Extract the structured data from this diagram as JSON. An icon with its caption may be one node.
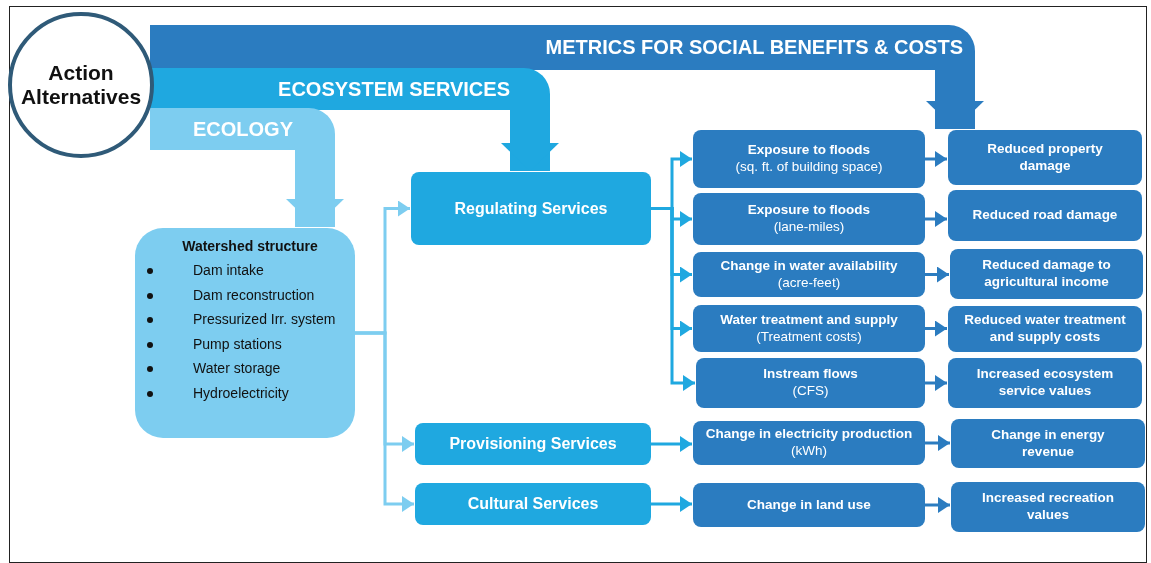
{
  "diagram": {
    "nodes": [
      {
        "text": [
          "Action Alternatives"
        ]
      },
      {
        "text": [
          "METRICS FOR SOCIAL BENEFITS & COSTS"
        ]
      },
      {
        "text": [
          "ECOSYSTEM SERVICES"
        ]
      },
      {
        "text": [
          "ECOLOGY"
        ]
      },
      {
        "text": [
          "Watershed structure",
          "Dam intake",
          "Dam reconstruction",
          "Pressurized Irr. system",
          "Pump stations",
          "Water storage",
          "Hydroelectricity"
        ]
      },
      {
        "text": [
          "Regulating Services"
        ]
      },
      {
        "text": [
          "Provisioning Services"
        ]
      },
      {
        "text": [
          "Cultural Services"
        ]
      },
      {
        "text": [
          "Exposure to floods",
          "(sq. ft. of building space)"
        ]
      },
      {
        "text": [
          "Exposure to floods",
          "(lane-miles)"
        ]
      },
      {
        "text": [
          "Change in water availability",
          "(acre-feet)"
        ]
      },
      {
        "text": [
          "Water treatment and supply",
          "(Treatment costs)"
        ]
      },
      {
        "text": [
          "Instream flows",
          "(CFS)"
        ]
      },
      {
        "text": [
          "Change in electricity production",
          "(kWh)"
        ]
      },
      {
        "text": [
          "Change in land use"
        ]
      },
      {
        "text": [
          "Reduced property damage"
        ]
      },
      {
        "text": [
          "Reduced road damage"
        ]
      },
      {
        "text": [
          "Reduced damage to agricultural income"
        ]
      },
      {
        "text": [
          "Reduced water treatment and supply costs"
        ]
      },
      {
        "text": [
          "Increased ecosystem service values"
        ]
      },
      {
        "text": [
          "Change in energy revenue"
        ]
      },
      {
        "text": [
          "Increased recreation values"
        ]
      }
    ],
    "edges": [
      {
        "from": 1,
        "to": 15,
        "arrow": "to",
        "style": "thick",
        "color": "#2b7cc0"
      },
      {
        "from": 2,
        "to": 5,
        "arrow": "to",
        "style": "thick",
        "color": "#1fa8e0"
      },
      {
        "from": 3,
        "to": 4,
        "arrow": "to",
        "style": "thick",
        "color": "#7dcdf0"
      },
      {
        "from": 4,
        "to": 5,
        "arrow": "to",
        "color": "#7dcdf0"
      },
      {
        "from": 4,
        "to": 6,
        "arrow": "to",
        "color": "#7dcdf0"
      },
      {
        "from": 4,
        "to": 7,
        "arrow": "to",
        "color": "#7dcdf0"
      },
      {
        "from": 5,
        "to": 8,
        "arrow": "to"
      },
      {
        "from": 5,
        "to": 9,
        "arrow": "to"
      },
      {
        "from": 5,
        "to": 10,
        "arrow": "to"
      },
      {
        "from": 5,
        "to": 11,
        "arrow": "to"
      },
      {
        "from": 5,
        "to": 12,
        "arrow": "to"
      },
      {
        "from": 6,
        "to": 13,
        "arrow": "to"
      },
      {
        "from": 7,
        "to": 14,
        "arrow": "to"
      },
      {
        "from": 8,
        "to": 15,
        "arrow": "to",
        "color": "#2b7cc0"
      },
      {
        "from": 9,
        "to": 16,
        "arrow": "to",
        "color": "#2b7cc0"
      },
      {
        "from": 10,
        "to": 17,
        "arrow": "to",
        "color": "#2b7cc0"
      },
      {
        "from": 11,
        "to": 18,
        "arrow": "to",
        "color": "#2b7cc0"
      },
      {
        "from": 12,
        "to": 19,
        "arrow": "to",
        "color": "#2b7cc0"
      },
      {
        "from": 13,
        "to": 20,
        "arrow": "to",
        "color": "#2b7cc0"
      },
      {
        "from": 14,
        "to": 21,
        "arrow": "to",
        "color": "#2b7cc0"
      }
    ]
  }
}
